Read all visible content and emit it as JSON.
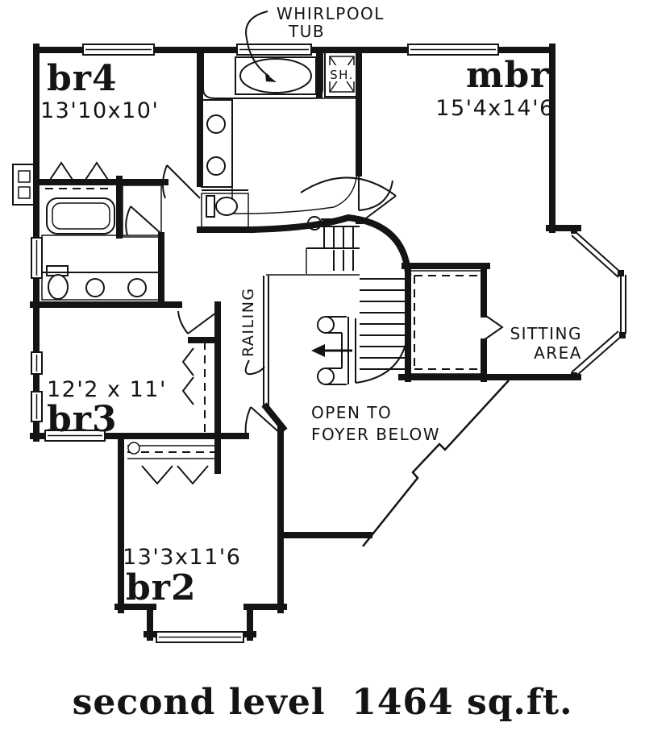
{
  "plan": {
    "ink_color": "#141414",
    "paper_color": "#ffffff",
    "callouts": {
      "whirlpool_line1": "WHIRLPOOL",
      "whirlpool_line2": "TUB",
      "shower": "SH.",
      "railing": "RAILING",
      "sitting_line1": "SITTING",
      "sitting_line2": "AREA",
      "open_line1": "OPEN TO",
      "open_line2": "FOYER BELOW"
    },
    "rooms": {
      "br4": {
        "name": "br4",
        "dims": "13'10x10'"
      },
      "mbr": {
        "name": "mbr",
        "dims": "15'4x14'6"
      },
      "br3": {
        "name": "br3",
        "dims": "12'2 x 11'"
      },
      "br2": {
        "name": "br2",
        "dims": "13'3x11'6"
      }
    },
    "caption": "second level  1464 sq.ft."
  }
}
